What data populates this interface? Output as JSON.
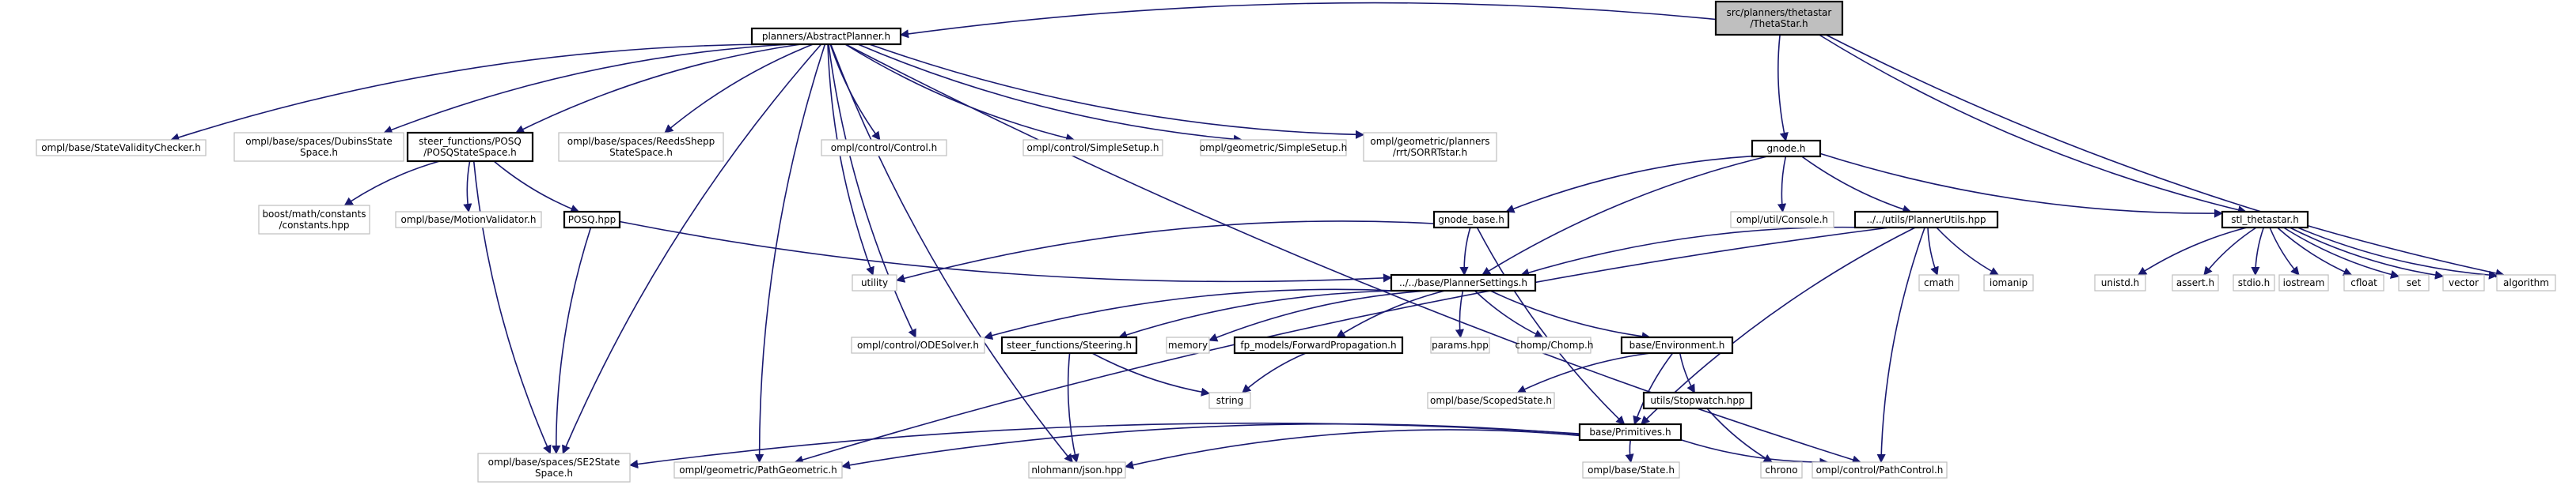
{
  "colors": {
    "edge": "#191970",
    "root_fill": "#bfbfbf",
    "external_border": "#bfbfbf",
    "local_border": "#000000",
    "background": "#ffffff"
  },
  "nodes": {
    "root": {
      "lines": [
        "src/planners/thetastar",
        "/ThetaStar.h"
      ],
      "kind": "root"
    },
    "abstract_planner": {
      "lines": [
        "planners/AbstractPlanner.h"
      ],
      "kind": "local"
    },
    "gnode": {
      "lines": [
        "gnode.h"
      ],
      "kind": "local"
    },
    "state_validity_checker": {
      "lines": [
        "ompl/base/StateValidityChecker.h"
      ],
      "kind": "external"
    },
    "dubins_state_space": {
      "lines": [
        "ompl/base/spaces/DubinsState",
        "Space.h"
      ],
      "kind": "external"
    },
    "posq_state_space": {
      "lines": [
        "steer_functions/POSQ",
        "/POSQStateSpace.h"
      ],
      "kind": "local"
    },
    "reeds_shepp": {
      "lines": [
        "ompl/base/spaces/ReedsShepp",
        "StateSpace.h"
      ],
      "kind": "external"
    },
    "control": {
      "lines": [
        "ompl/control/Control.h"
      ],
      "kind": "external"
    },
    "control_simple_setup": {
      "lines": [
        "ompl/control/SimpleSetup.h"
      ],
      "kind": "external"
    },
    "geometric_simple_setup": {
      "lines": [
        "ompl/geometric/SimpleSetup.h"
      ],
      "kind": "external"
    },
    "sorrt_star": {
      "lines": [
        "ompl/geometric/planners",
        "/rrt/SORRTstar.h"
      ],
      "kind": "external"
    },
    "boost_constants": {
      "lines": [
        "boost/math/constants",
        "/constants.hpp"
      ],
      "kind": "external"
    },
    "motion_validator": {
      "lines": [
        "ompl/base/MotionValidator.h"
      ],
      "kind": "external"
    },
    "posq": {
      "lines": [
        "POSQ.hpp"
      ],
      "kind": "local"
    },
    "gnode_base": {
      "lines": [
        "gnode_base.h"
      ],
      "kind": "local"
    },
    "console": {
      "lines": [
        "ompl/util/Console.h"
      ],
      "kind": "external"
    },
    "planner_utils": {
      "lines": [
        "../../utils/PlannerUtils.hpp"
      ],
      "kind": "local"
    },
    "stl_thetastar": {
      "lines": [
        "stl_thetastar.h"
      ],
      "kind": "local"
    },
    "utility": {
      "lines": [
        "utility"
      ],
      "kind": "external"
    },
    "planner_settings": {
      "lines": [
        "../../base/PlannerSettings.h"
      ],
      "kind": "local"
    },
    "cmath": {
      "lines": [
        "cmath"
      ],
      "kind": "external"
    },
    "iomanip": {
      "lines": [
        "iomanip"
      ],
      "kind": "external"
    },
    "unistd": {
      "lines": [
        "unistd.h"
      ],
      "kind": "external"
    },
    "assert": {
      "lines": [
        "assert.h"
      ],
      "kind": "external"
    },
    "stdio": {
      "lines": [
        "stdio.h"
      ],
      "kind": "external"
    },
    "iostream": {
      "lines": [
        "iostream"
      ],
      "kind": "external"
    },
    "cfloat": {
      "lines": [
        "cfloat"
      ],
      "kind": "external"
    },
    "set": {
      "lines": [
        "set"
      ],
      "kind": "external"
    },
    "vector": {
      "lines": [
        "vector"
      ],
      "kind": "external"
    },
    "algorithm": {
      "lines": [
        "algorithm"
      ],
      "kind": "external"
    },
    "ode_solver": {
      "lines": [
        "ompl/control/ODESolver.h"
      ],
      "kind": "external"
    },
    "steering": {
      "lines": [
        "steer_functions/Steering.h"
      ],
      "kind": "local"
    },
    "memory": {
      "lines": [
        "memory"
      ],
      "kind": "external"
    },
    "forward_propagation": {
      "lines": [
        "fp_models/ForwardPropagation.h"
      ],
      "kind": "local"
    },
    "params": {
      "lines": [
        "params.hpp"
      ],
      "kind": "external"
    },
    "chomp": {
      "lines": [
        "chomp/Chomp.h"
      ],
      "kind": "external"
    },
    "environment": {
      "lines": [
        "base/Environment.h"
      ],
      "kind": "local"
    },
    "string": {
      "lines": [
        "string"
      ],
      "kind": "external"
    },
    "scoped_state": {
      "lines": [
        "ompl/base/ScopedState.h"
      ],
      "kind": "external"
    },
    "stopwatch": {
      "lines": [
        "utils/Stopwatch.hpp"
      ],
      "kind": "local"
    },
    "primitives": {
      "lines": [
        "base/Primitives.h"
      ],
      "kind": "local"
    },
    "se2_state_space": {
      "lines": [
        "ompl/base/spaces/SE2State",
        "Space.h"
      ],
      "kind": "external"
    },
    "path_geometric": {
      "lines": [
        "ompl/geometric/PathGeometric.h"
      ],
      "kind": "external"
    },
    "json": {
      "lines": [
        "nlohmann/json.hpp"
      ],
      "kind": "external"
    },
    "state": {
      "lines": [
        "ompl/base/State.h"
      ],
      "kind": "external"
    },
    "chrono": {
      "lines": [
        "chrono"
      ],
      "kind": "external"
    },
    "path_control": {
      "lines": [
        "ompl/control/PathControl.h"
      ],
      "kind": "external"
    }
  }
}
